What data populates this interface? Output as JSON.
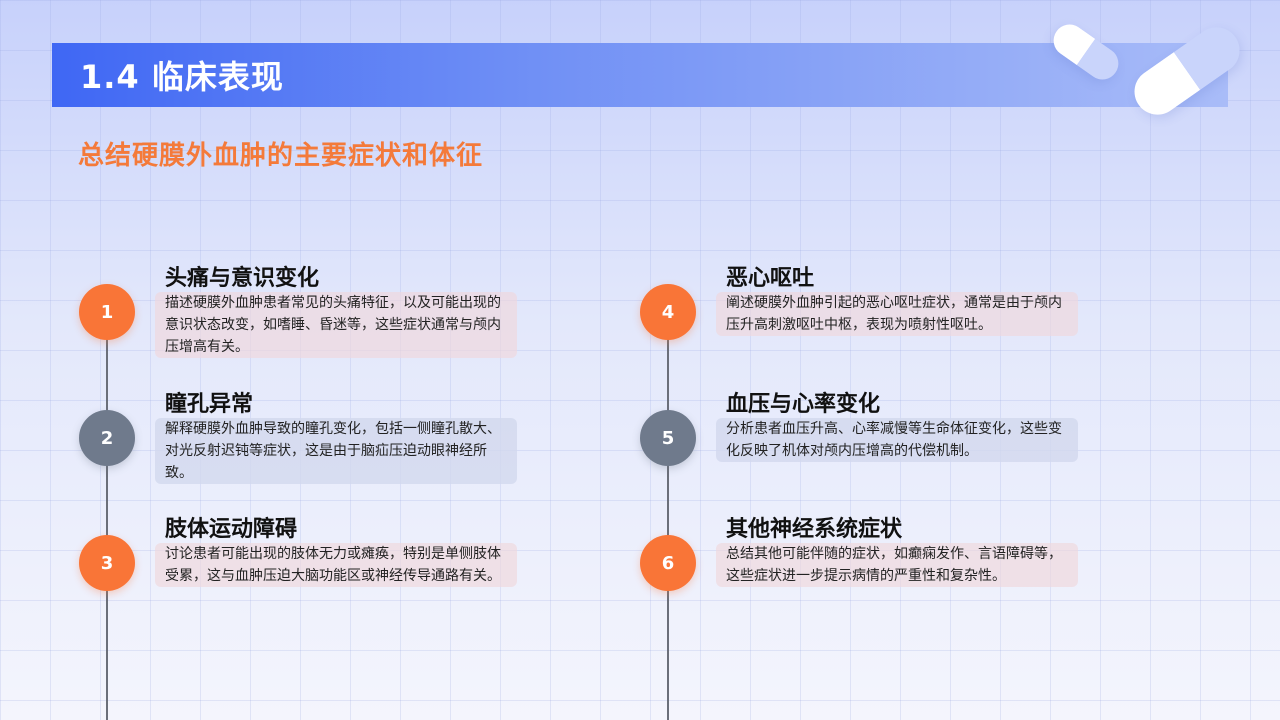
{
  "header": {
    "title": "1.4 临床表现"
  },
  "subtitle": "总结硬膜外血肿的主要症状和体征",
  "items": [
    {
      "number": "1",
      "title": "头痛与意识变化",
      "description": "描述硬膜外血肿患者常见的头痛特征，以及可能出现的意识状态改变，如嗜睡、昏迷等，这些症状通常与颅内压增高有关。"
    },
    {
      "number": "2",
      "title": "瞳孔异常",
      "description": "解释硬膜外血肿导致的瞳孔变化，包括一侧瞳孔散大、对光反射迟钝等症状，这是由于脑疝压迫动眼神经所致。"
    },
    {
      "number": "3",
      "title": "肢体运动障碍",
      "description": "讨论患者可能出现的肢体无力或瘫痪，特别是单侧肢体受累，这与血肿压迫大脑功能区或神经传导通路有关。"
    },
    {
      "number": "4",
      "title": "恶心呕吐",
      "description": "阐述硬膜外血肿引起的恶心呕吐症状，通常是由于颅内压升高刺激呕吐中枢，表现为喷射性呕吐。"
    },
    {
      "number": "5",
      "title": "血压与心率变化",
      "description": "分析患者血压升高、心率减慢等生命体征变化，这些变化反映了机体对颅内压增高的代偿机制。"
    },
    {
      "number": "6",
      "title": "其他神经系统症状",
      "description": "总结其他可能伴随的症状，如癫痫发作、言语障碍等，这些症状进一步提示病情的严重性和复杂性。"
    }
  ],
  "colors": {
    "accent_orange": "#f97537",
    "accent_gray": "#6f7a8c",
    "title_bar": "#3f67f4",
    "subtitle": "#f47a3a"
  }
}
